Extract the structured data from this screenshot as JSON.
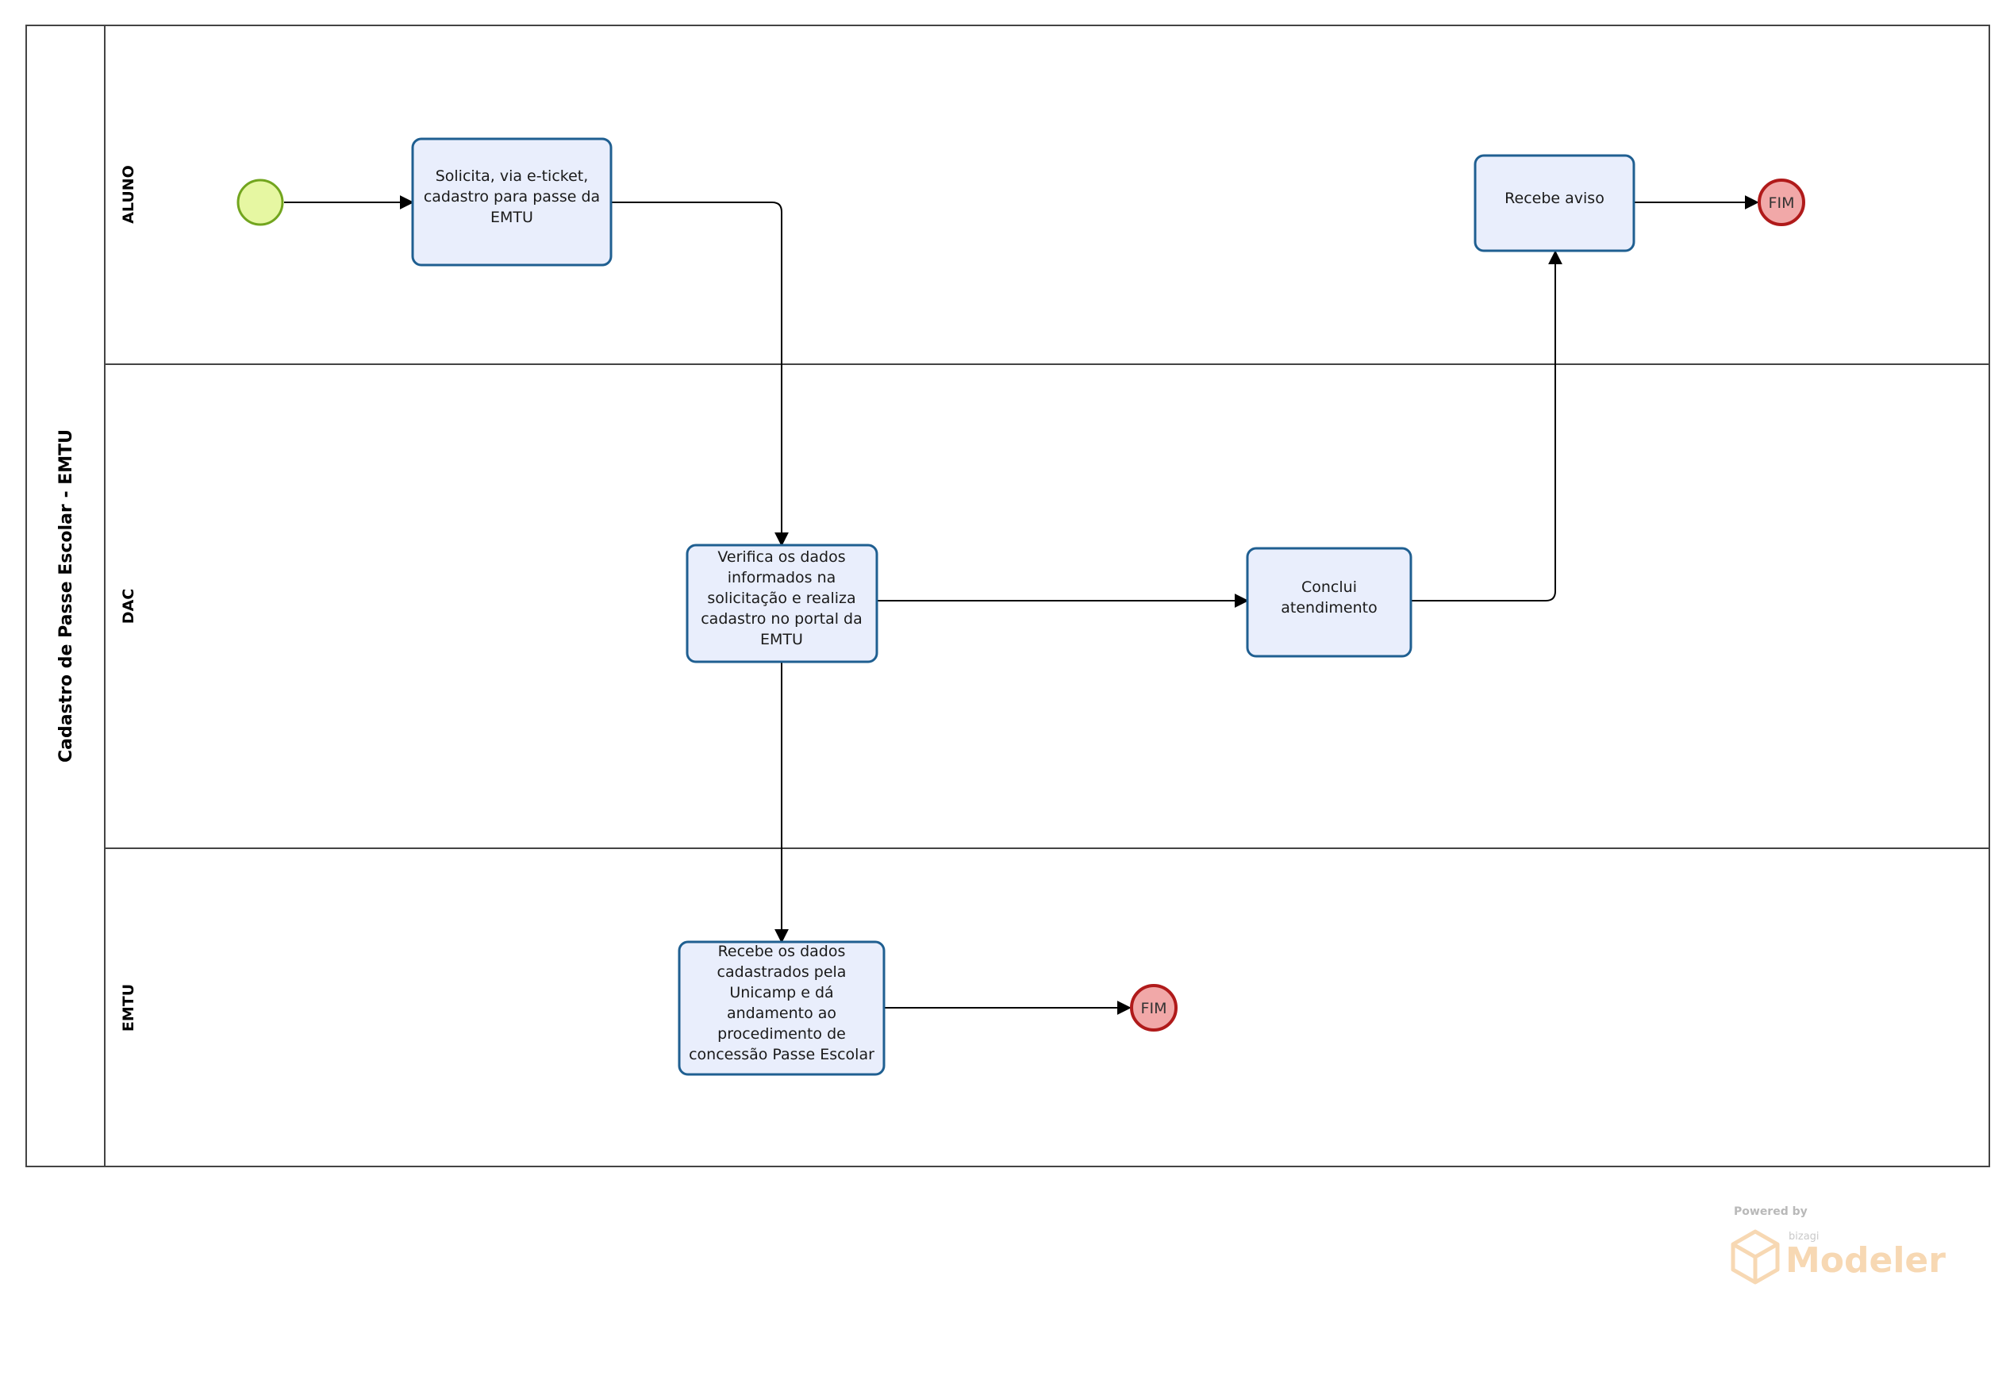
{
  "pool": {
    "title": "Cadastro  de  Passe  Escolar  -  EMTU"
  },
  "lanes": [
    {
      "id": "aluno",
      "label": "ALUNO"
    },
    {
      "id": "dac",
      "label": "DAC"
    },
    {
      "id": "emtu",
      "label": "EMTU"
    }
  ],
  "tasks": [
    {
      "id": "t1",
      "lines": [
        "Solicita, via e-ticket,",
        "cadastro para passe da",
        "EMTU"
      ]
    },
    {
      "id": "t2",
      "lines": [
        "Recebe aviso"
      ]
    },
    {
      "id": "t3",
      "lines": [
        "Verifica os dados",
        "informados na",
        "solicitação e realiza",
        "cadastro no portal da",
        "EMTU"
      ]
    },
    {
      "id": "t4",
      "lines": [
        "Conclui",
        "atendimento"
      ]
    },
    {
      "id": "t5",
      "lines": [
        "Recebe os dados",
        "cadastrados pela",
        "Unicamp e dá",
        "andamento ao",
        "procedimento de",
        "concessão Passe Escolar"
      ]
    }
  ],
  "events": [
    {
      "id": "start",
      "type": "start",
      "label": ""
    },
    {
      "id": "end1",
      "type": "end",
      "label": "FIM"
    },
    {
      "id": "end2",
      "type": "end",
      "label": "FIM"
    }
  ],
  "colors": {
    "task_fill": "#e9eefc",
    "task_stroke": "#1f5f91",
    "start_fill": "#e6f7a2",
    "start_stroke": "#72a51e",
    "end_fill": "#f1a8a8",
    "end_stroke": "#b01a1a",
    "line": "#444444"
  },
  "watermark": {
    "powered": "Powered by",
    "brand": "bizagi",
    "product": "Modeler"
  }
}
